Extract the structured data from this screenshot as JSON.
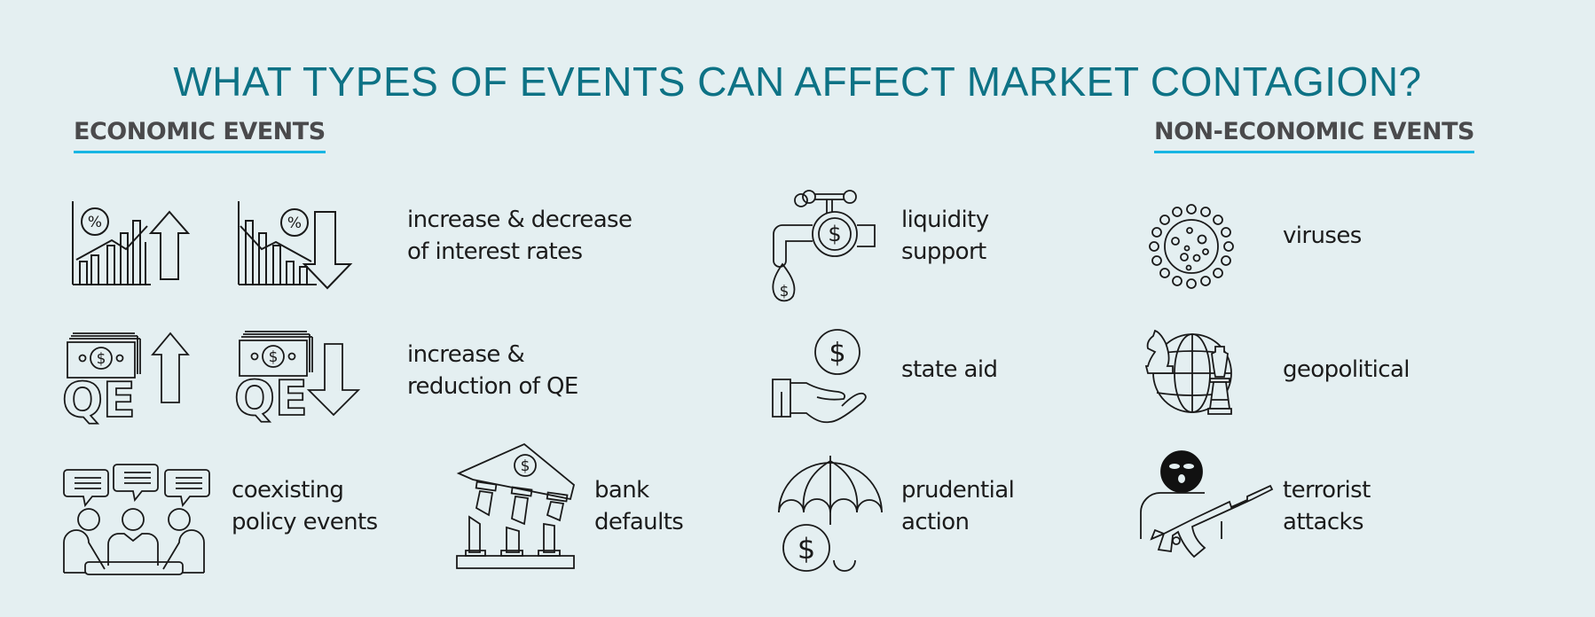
{
  "title": "WHAT TYPES OF EVENTS CAN AFFECT MARKET CONTAGION?",
  "colors": {
    "background": "#e4eff1",
    "title": "#0d7285",
    "section_heading": "#4a4a4c",
    "underline_accent": "#17b5e3",
    "icon_stroke": "#1a1a1a",
    "body_text": "#1c1c1c"
  },
  "economic": {
    "heading": "ECONOMIC EVENTS",
    "items": [
      {
        "id": "interest-rates",
        "icons": [
          "chart-percent-up-arrow-icon",
          "chart-percent-down-arrow-icon"
        ],
        "lines": [
          "increase & decrease",
          "of interest rates"
        ]
      },
      {
        "id": "qe",
        "icons": [
          "qe-money-up-arrow-icon",
          "qe-money-down-arrow-icon"
        ],
        "lines": [
          "increase &",
          "reduction of QE"
        ]
      },
      {
        "id": "policy-events",
        "icons": [
          "meeting-speech-bubbles-icon"
        ],
        "lines": [
          "coexisting",
          "policy events"
        ]
      },
      {
        "id": "bank-defaults",
        "icons": [
          "collapsing-bank-icon"
        ],
        "lines": [
          "bank",
          "defaults"
        ]
      },
      {
        "id": "liquidity-support",
        "icons": [
          "faucet-dollar-drop-icon"
        ],
        "lines": [
          "liquidity",
          "support"
        ]
      },
      {
        "id": "state-aid",
        "icons": [
          "hand-dollar-coin-icon"
        ],
        "lines": [
          "state aid"
        ]
      },
      {
        "id": "prudential-action",
        "icons": [
          "umbrella-dollar-icon"
        ],
        "lines": [
          "prudential",
          "action"
        ]
      }
    ]
  },
  "non_economic": {
    "heading": "NON-ECONOMIC EVENTS",
    "items": [
      {
        "id": "viruses",
        "icons": [
          "virus-icon"
        ],
        "lines": [
          "viruses"
        ]
      },
      {
        "id": "geopolitical",
        "icons": [
          "globe-chess-pieces-icon"
        ],
        "lines": [
          "geopolitical"
        ]
      },
      {
        "id": "terrorist-attacks",
        "icons": [
          "masked-gunman-icon"
        ],
        "lines": [
          "terrorist",
          "attacks"
        ]
      }
    ]
  }
}
